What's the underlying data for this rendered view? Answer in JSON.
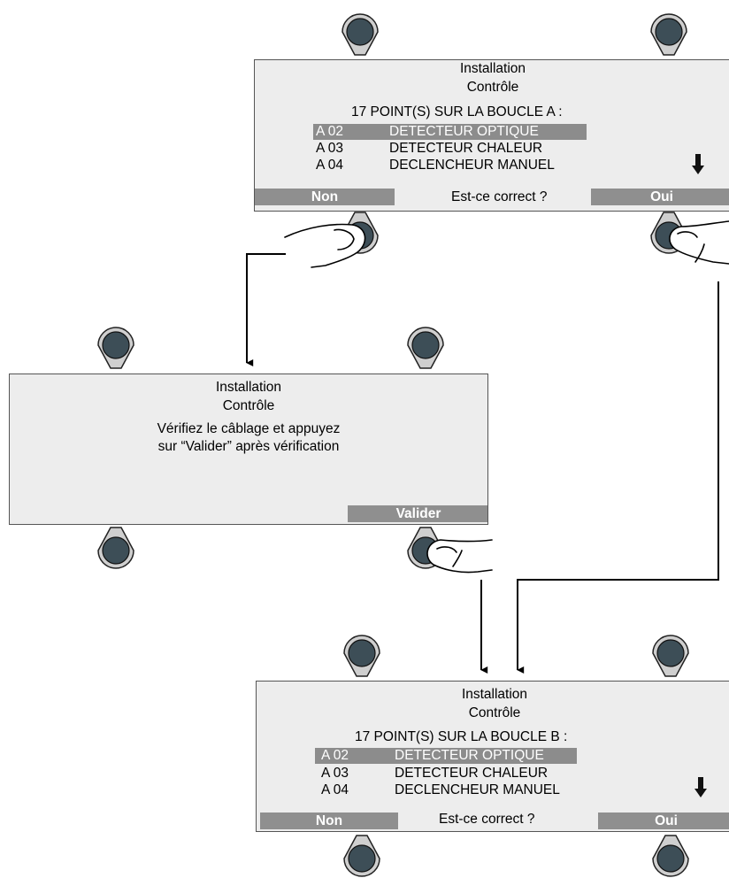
{
  "screen1": {
    "title": "Installation",
    "subtitle": "Contrôle",
    "heading": "17 POINT(S) SUR LA BOUCLE A :",
    "rows": [
      {
        "code": "A 02",
        "label": "DETECTEUR OPTIQUE",
        "selected": true
      },
      {
        "code": "A 03",
        "label": "DETECTEUR CHALEUR",
        "selected": false
      },
      {
        "code": "A 04",
        "label": "DECLENCHEUR MANUEL",
        "selected": false
      }
    ],
    "left_softkey": "Non",
    "prompt": "Est-ce correct ?",
    "right_softkey": "Oui"
  },
  "screen2": {
    "title": "Installation",
    "subtitle": "Contrôle",
    "message_line1": "Vérifiez le câblage et appuyez",
    "message_line2": "sur “Valider” après vérification",
    "right_softkey": "Valider"
  },
  "screen3": {
    "title": "Installation",
    "subtitle": "Contrôle",
    "heading": "17 POINT(S) SUR LA BOUCLE B :",
    "rows": [
      {
        "code": "A 02",
        "label": "DETECTEUR OPTIQUE",
        "selected": true
      },
      {
        "code": "A 03",
        "label": "DETECTEUR CHALEUR",
        "selected": false
      },
      {
        "code": "A 04",
        "label": "DECLENCHEUR MANUEL",
        "selected": false
      }
    ],
    "left_softkey": "Non",
    "prompt": "Est-ce correct ?",
    "right_softkey": "Oui"
  },
  "colors": {
    "screen_bg": "#ededed",
    "highlight": "#8c8c8c",
    "knob_fill": "#3d4e57",
    "knob_ring": "#cfcfcf",
    "line": "#000000"
  }
}
